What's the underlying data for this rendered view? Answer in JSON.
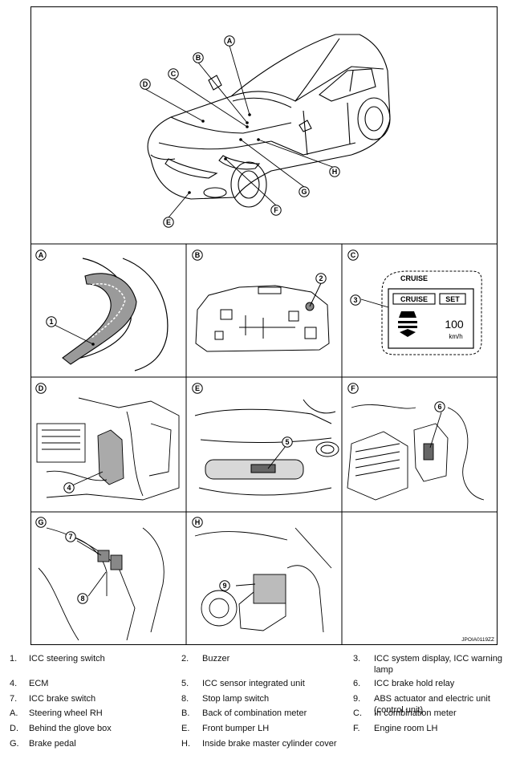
{
  "diagram": {
    "overview_callouts": [
      "A",
      "B",
      "C",
      "D",
      "E",
      "F",
      "G",
      "H"
    ],
    "panels": [
      {
        "letter": "A",
        "callouts": [
          "1"
        ]
      },
      {
        "letter": "B",
        "callouts": [
          "2"
        ]
      },
      {
        "letter": "C",
        "callouts": [
          "3"
        ]
      },
      {
        "letter": "D",
        "callouts": [
          "4"
        ]
      },
      {
        "letter": "E",
        "callouts": [
          "5"
        ]
      },
      {
        "letter": "F",
        "callouts": [
          "6"
        ]
      },
      {
        "letter": "G",
        "callouts": [
          "7",
          "8"
        ]
      },
      {
        "letter": "H",
        "callouts": [
          "9"
        ]
      }
    ],
    "display_texts": {
      "header": "CRUISE",
      "cruise_btn": "CRUISE",
      "set_btn": "SET",
      "speed": "100",
      "unit": "km/h"
    },
    "figure_code": "JPOIA0119ZZ"
  },
  "legend": [
    {
      "key": "1.",
      "text": "ICC steering switch"
    },
    {
      "key": "2.",
      "text": "Buzzer"
    },
    {
      "key": "3.",
      "text": "ICC system display, ICC warning lamp"
    },
    {
      "key": "4.",
      "text": "ECM"
    },
    {
      "key": "5.",
      "text": "ICC sensor integrated unit"
    },
    {
      "key": "6.",
      "text": "ICC brake hold relay"
    },
    {
      "key": "7.",
      "text": "ICC brake switch"
    },
    {
      "key": "8.",
      "text": "Stop lamp switch"
    },
    {
      "key": "9.",
      "text": "ABS actuator and electric unit (control unit)"
    },
    {
      "key": "A.",
      "text": "Steering wheel RH"
    },
    {
      "key": "B.",
      "text": "Back of combination meter"
    },
    {
      "key": "C.",
      "text": "In combination meter"
    },
    {
      "key": "D.",
      "text": "Behind the glove box"
    },
    {
      "key": "E.",
      "text": "Front bumper LH"
    },
    {
      "key": "F.",
      "text": "Engine room LH"
    },
    {
      "key": "G.",
      "text": "Brake pedal"
    },
    {
      "key": "H.",
      "text": "Inside brake master cylinder cover"
    }
  ]
}
